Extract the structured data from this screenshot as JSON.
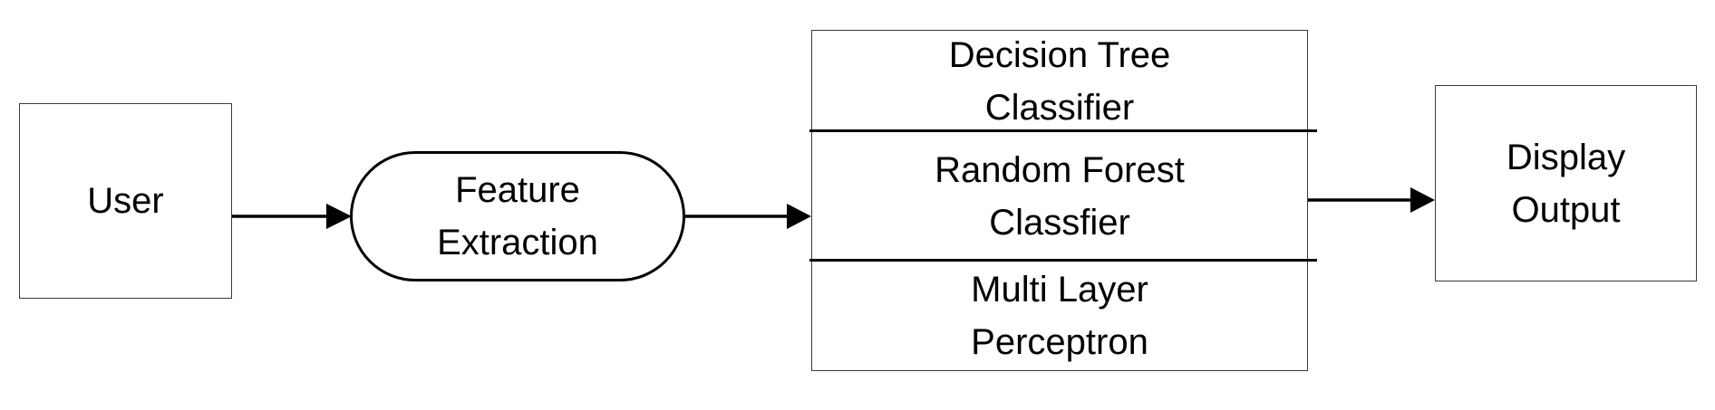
{
  "diagram": {
    "nodes": {
      "user": {
        "label": "User"
      },
      "feature_extraction": {
        "label": "Feature\nExtraction"
      },
      "classifiers": [
        {
          "label": "Decision Tree\nClassifier"
        },
        {
          "label": "Random Forest\nClassfier"
        },
        {
          "label": "Multi Layer\nPerceptron"
        }
      ],
      "display_output": {
        "label": "Display\nOutput"
      }
    },
    "edges": [
      {
        "from": "user",
        "to": "feature_extraction"
      },
      {
        "from": "feature_extraction",
        "to": "classifiers"
      },
      {
        "from": "classifiers",
        "to": "display_output"
      }
    ],
    "colors": {
      "stroke": "#000000",
      "box_border": "#3a3a3a",
      "background": "#ffffff"
    }
  }
}
